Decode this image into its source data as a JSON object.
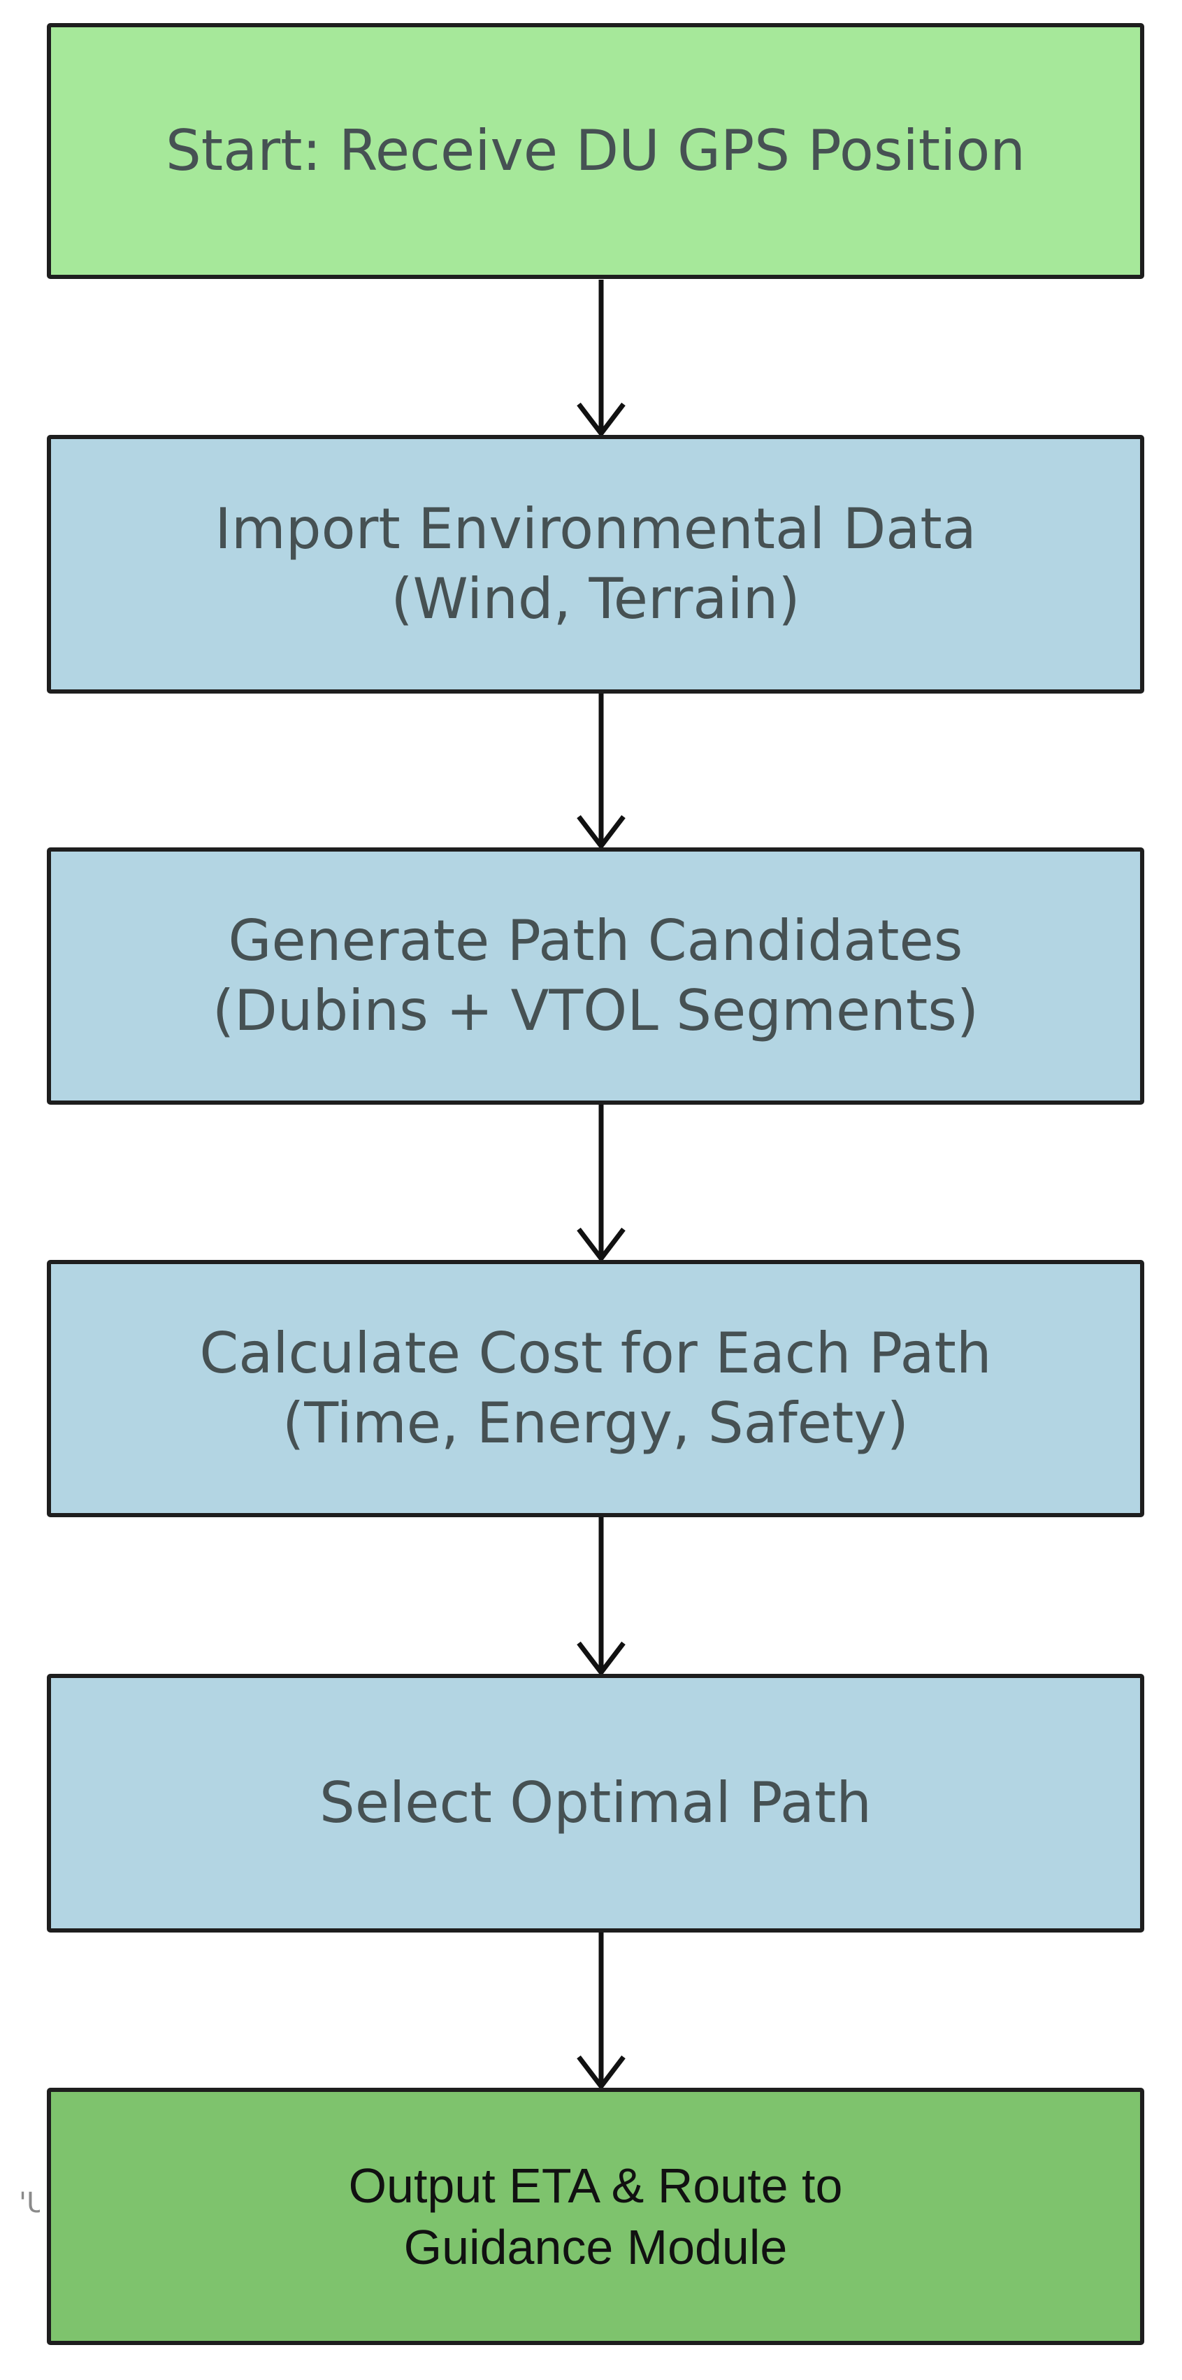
{
  "diagram": {
    "nodes": [
      {
        "id": "start",
        "label": "Start: Receive DU GPS Position",
        "fill": "#a6e89a"
      },
      {
        "id": "import-env",
        "label": "Import Environmental Data\n(Wind, Terrain)",
        "fill": "#b3d5e3"
      },
      {
        "id": "generate-paths",
        "label": "Generate Path Candidates\n(Dubins + VTOL Segments)",
        "fill": "#b3d5e3"
      },
      {
        "id": "calculate-cost",
        "label": "Calculate Cost for Each Path\n(Time, Energy, Safety)",
        "fill": "#b3d5e3"
      },
      {
        "id": "select-path",
        "label": "Select Optimal Path",
        "fill": "#b3d5e3"
      },
      {
        "id": "output",
        "label": "Output ETA & Route to\nGuidance Module",
        "fill": "#7ec36d"
      }
    ],
    "edges": [
      {
        "from": "start",
        "to": "import-env"
      },
      {
        "from": "import-env",
        "to": "generate-paths"
      },
      {
        "from": "generate-paths",
        "to": "calculate-cost"
      },
      {
        "from": "calculate-cost",
        "to": "select-path"
      },
      {
        "from": "select-path",
        "to": "output"
      }
    ],
    "edge_mark": "'U"
  },
  "colors": {
    "border": "#1e1e1e",
    "arrow": "#111111",
    "text": "#465153"
  }
}
